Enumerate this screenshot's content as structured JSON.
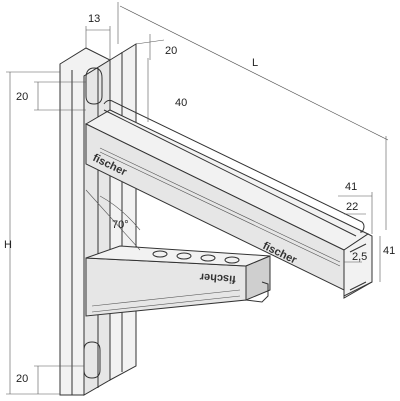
{
  "drawing": {
    "brand_top": "fischer",
    "brand_side": "fischer",
    "brand_bottom": "fischer",
    "dimensions": {
      "channel_width_top": "13",
      "channel_depth_top": "20",
      "slot_height": "20",
      "column_offset": "40",
      "length": "L",
      "height": "H",
      "angle": "70°",
      "rail_width": "41",
      "rail_height": "41",
      "slot_opening": "22",
      "wall_thickness": "2,5",
      "bottom_slot": "20"
    }
  }
}
